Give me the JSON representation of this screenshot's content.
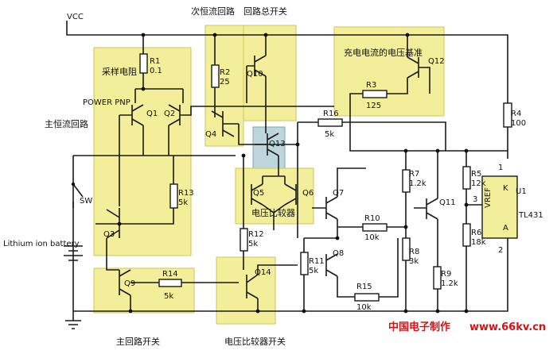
{
  "sections": {
    "sub_const_current": "次恒流回路",
    "loop_master_switch": "回路总开关",
    "charge_voltage_ref": "充电电流的电压基准",
    "main_const_current": "主恒流回路",
    "sampling_resistor": "采样电阻",
    "power_pnp": "POWER PNP",
    "voltage_comparator": "电压比较器",
    "main_loop_switch": "主回路开关",
    "comparator_switch": "电压比较器开关"
  },
  "labels": {
    "vcc": "VCC",
    "sw": "SW",
    "battery": "Lithium ion battery",
    "u1": "U1",
    "tl431": "TL431",
    "vref": "VREF",
    "k": "K",
    "a": "A",
    "pin1": "1",
    "pin2": "2",
    "pin3": "3"
  },
  "components": {
    "r1": {
      "name": "R1",
      "value": "0.1"
    },
    "r2": {
      "name": "R2",
      "value": "25"
    },
    "r3": {
      "name": "R3",
      "value": "125"
    },
    "r4": {
      "name": "R4",
      "value": "100"
    },
    "r5": {
      "name": "R5",
      "value": "12k"
    },
    "r6": {
      "name": "R6",
      "value": "18k"
    },
    "r7": {
      "name": "R7",
      "value": "1.2k"
    },
    "r8": {
      "name": "R8",
      "value": "3k"
    },
    "r9": {
      "name": "R9",
      "value": "1.2k"
    },
    "r10": {
      "name": "R10",
      "value": "10k"
    },
    "r11": {
      "name": "R11",
      "value": "5k"
    },
    "r12": {
      "name": "R12",
      "value": "5k"
    },
    "r13": {
      "name": "R13",
      "value": "5k"
    },
    "r14": {
      "name": "R14",
      "value": "5k"
    },
    "r15": {
      "name": "R15",
      "value": "10k"
    },
    "r16": {
      "name": "R16",
      "value": "5k"
    },
    "q1": "Q1",
    "q2": "Q2",
    "q3": "Q3",
    "q4": "Q4",
    "q5": "Q5",
    "q6": "Q6",
    "q7": "Q7",
    "q8": "Q8",
    "q9": "Q9",
    "q10": "Q10",
    "q11": "Q11",
    "q12": "Q12",
    "q13": "Q13",
    "q14": "Q14"
  },
  "watermark": {
    "site_cn": "中国电子制作",
    "site_url": "www.66kv.cn"
  },
  "colors": {
    "zone_fill": "#f3ee9a",
    "zone_q13_fill": "#bcd6dc",
    "wire": "#1a1a1a",
    "watermark": "#dd1111"
  }
}
